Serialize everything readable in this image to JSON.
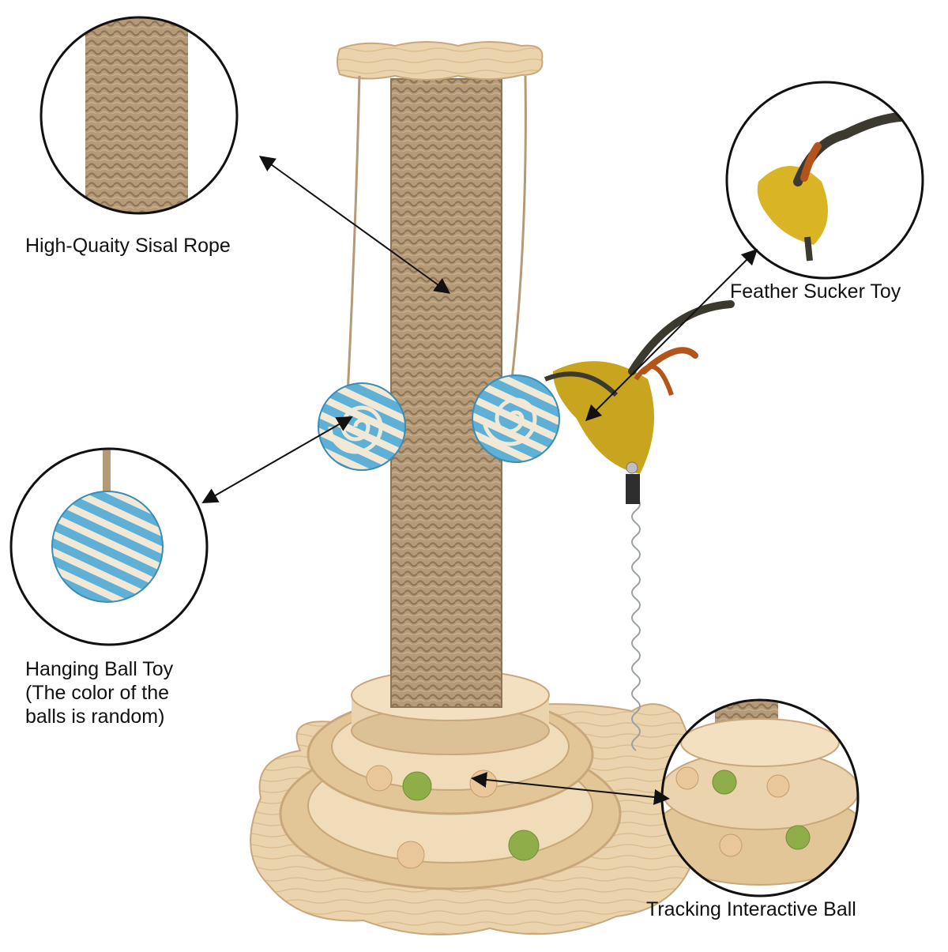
{
  "callouts": {
    "sisal_rope": {
      "label": "High-Quaity Sisal Rope",
      "icon": "sisal-rope-closeup"
    },
    "feather_toy": {
      "label": "Feather Sucker Toy",
      "icon": "feather-toy-closeup"
    },
    "hanging_ball": {
      "lines": [
        "Hanging Ball Toy",
        "(The color of the",
        "balls is random)"
      ],
      "icon": "sisal-ball-closeup"
    },
    "tracking_ball": {
      "label": "Tracking Interactive Ball",
      "icon": "track-tower-closeup"
    }
  },
  "colors": {
    "background": "#ffffff",
    "sisal": "#b59a78",
    "sisal_dark": "#8c7455",
    "wood": "#ead3ad",
    "wood_dark": "#c9a77a",
    "ball_blue": "#5fb0d6",
    "ball_cream": "#f1e9d6",
    "catnip": "#8fae4a",
    "feather_yellow": "#c9a41f",
    "feather_dark": "#3c3a2e",
    "feather_orange": "#b5541a"
  }
}
